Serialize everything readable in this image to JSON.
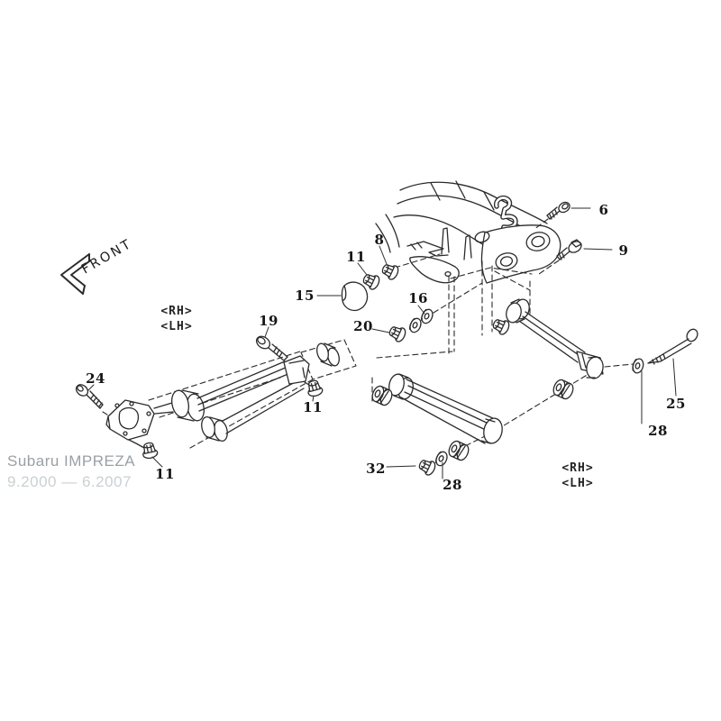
{
  "diagram": {
    "front_label": "FRONT",
    "watermark": {
      "model": "Subaru IMPREZA",
      "years": "9.2000 — 6.2007"
    },
    "side_labels": {
      "left_rh": "<RH>",
      "left_lh": "<LH>",
      "right_rh": "<RH>",
      "right_lh": "<LH>"
    },
    "part_labels": [
      "6",
      "9",
      "8",
      "11",
      "15",
      "16",
      "20",
      "19",
      "24",
      "11",
      "11",
      "32",
      "28",
      "25",
      "28"
    ],
    "colors": {
      "line": "#2b2b2b",
      "label_text": "#161616",
      "watermark_model": "#9aa0a5",
      "watermark_years": "#cbd0d3"
    }
  }
}
